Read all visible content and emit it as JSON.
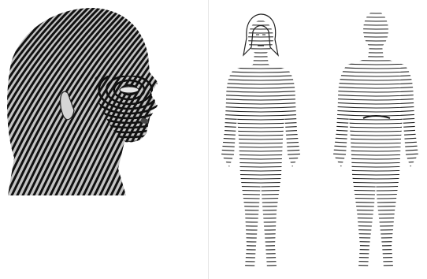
{
  "figure": {
    "left_panel": {
      "icon": "head-profile-illustration",
      "colors": {
        "skin": "#bdbdbd",
        "lines": "#111111"
      }
    },
    "right_panel": {
      "icon": "body-front-back-illustration",
      "views": [
        "front-view",
        "back-view"
      ],
      "colors": {
        "lines": "#222222",
        "background": "#ffffff"
      }
    }
  }
}
